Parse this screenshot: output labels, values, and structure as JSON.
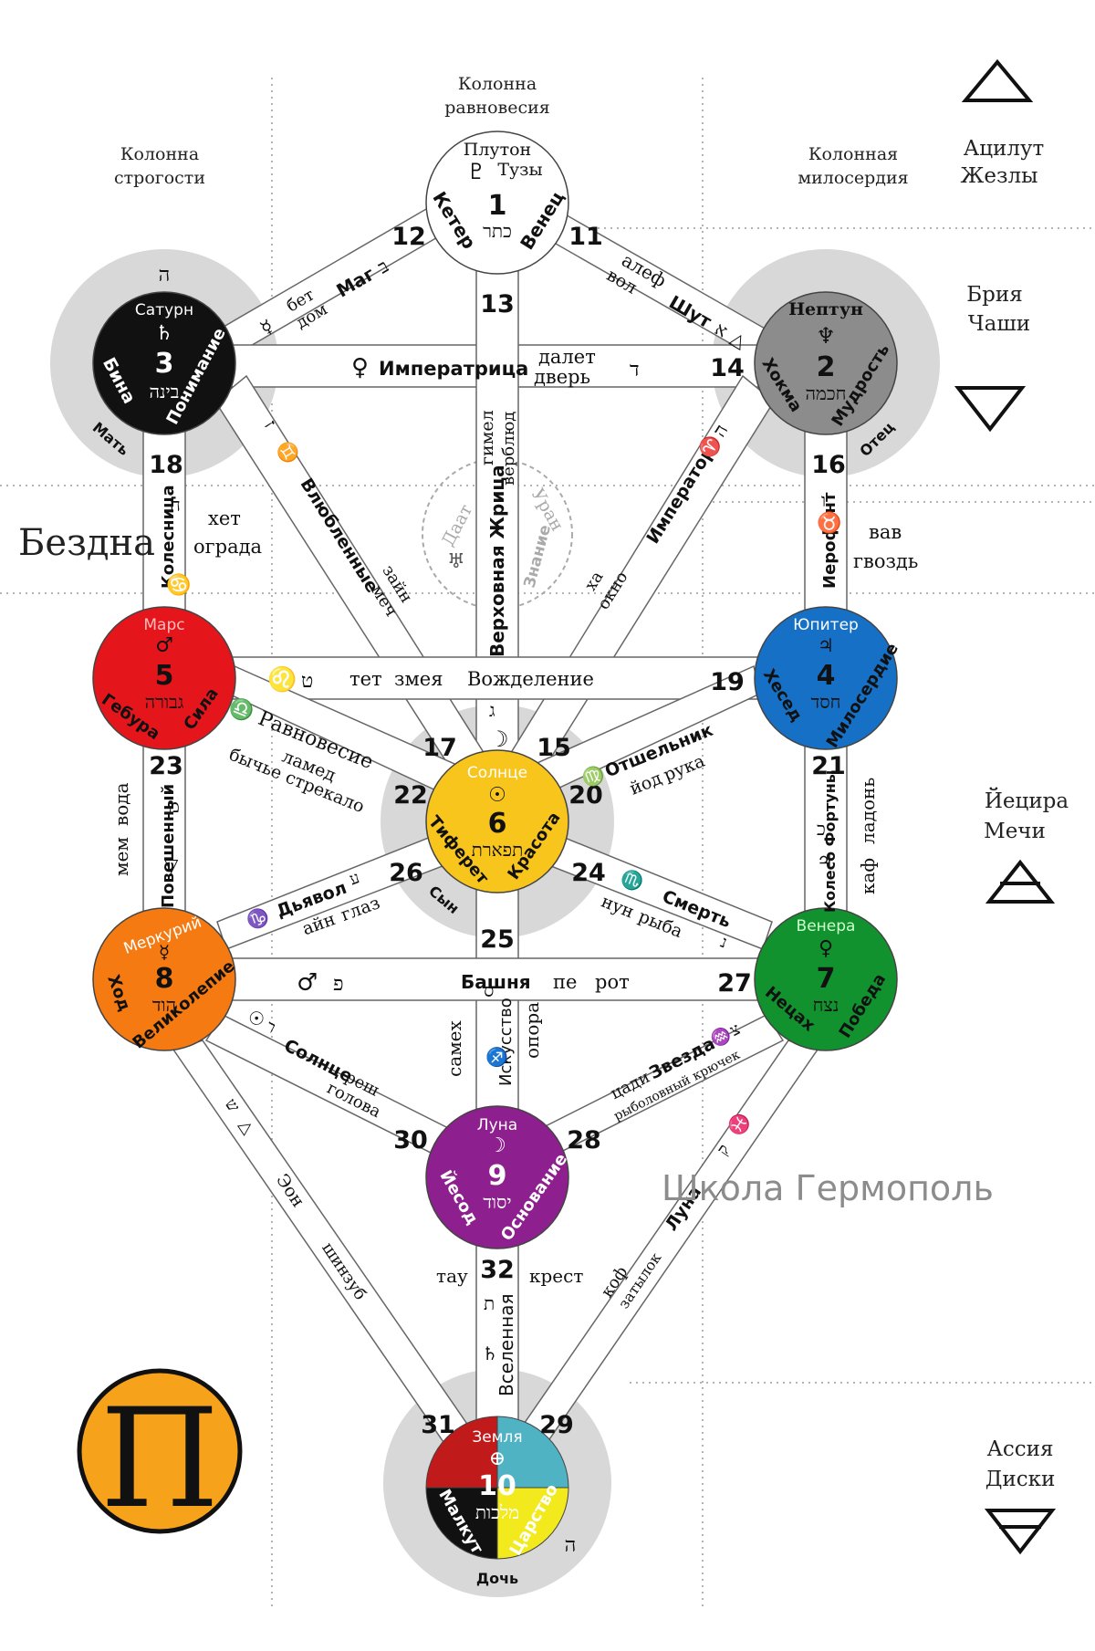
{
  "columns": {
    "balance": [
      "Колонна",
      "равновесия"
    ],
    "severity": [
      "Колонна",
      "строгости"
    ],
    "mercy": [
      "Колонная",
      "милосердия"
    ]
  },
  "worlds": {
    "atziluth": [
      "Ацилут",
      "Жезлы"
    ],
    "briah": [
      "Брия",
      "Чаши"
    ],
    "yetzirah": [
      "Йецира",
      "Мечи"
    ],
    "assiah": [
      "Ассия",
      "Диски"
    ]
  },
  "abyss": "Бездна",
  "watermark": "Школа Гермополь",
  "logo_letter": "П",
  "colors": {
    "keter": "#ffffff",
    "chokmah": "#8c8c8c",
    "binah": "#111111",
    "chesed": "#1670c6",
    "gevurah": "#e4161c",
    "tiferet": "#f7c51b",
    "netzach": "#12912f",
    "hod": "#f47a11",
    "yesod": "#8e1f8e",
    "malkuth_q1": "#c01a1a",
    "malkuth_q2": "#4fb3c4",
    "malkuth_q3": "#111111",
    "malkuth_q4": "#f2ea1c",
    "halo": "#d8d8d8",
    "logo": "#f7a21b"
  },
  "sephiroth": {
    "keter": {
      "planet": "Плутон",
      "extra": "Тузы",
      "number": "1",
      "hebrew": "כתר",
      "name": "Кетер",
      "meaning": "Венец",
      "symbol": "♇"
    },
    "chokmah": {
      "planet": "Нептун",
      "number": "2",
      "hebrew": "חכמה",
      "name": "Хокма",
      "meaning": "Мудрость",
      "symbol": "♆",
      "halo": "Отец"
    },
    "binah": {
      "planet": "Сатурн",
      "number": "3",
      "hebrew": "בינה",
      "name": "Бина",
      "meaning": "Понимание",
      "symbol": "♄",
      "halo": "Мать"
    },
    "chesed": {
      "planet": "Юпитер",
      "number": "4",
      "hebrew": "חסד",
      "name": "Хесед",
      "meaning": "Милосердие",
      "symbol": "♃"
    },
    "gevurah": {
      "planet": "Марс",
      "number": "5",
      "hebrew": "גבורה",
      "name": "Гебура",
      "meaning": "Сила",
      "symbol": "♂"
    },
    "tiferet": {
      "planet": "Солнце",
      "number": "6",
      "hebrew": "תפארת",
      "name": "Тиферет",
      "meaning": "Красота",
      "symbol": "☉",
      "halo": "Сын"
    },
    "netzach": {
      "planet": "Венера",
      "number": "7",
      "hebrew": "נצח",
      "name": "Нецах",
      "meaning": "Победа",
      "symbol": "♀"
    },
    "hod": {
      "planet": "Меркурий",
      "number": "8",
      "hebrew": "הוד",
      "name": "Ход",
      "meaning": "Великолепие",
      "symbol": "☿"
    },
    "yesod": {
      "planet": "Луна",
      "number": "9",
      "hebrew": "יסוד",
      "name": "Йесод",
      "meaning": "Основание",
      "symbol": "☽"
    },
    "malkuth": {
      "planet": "Земля",
      "number": "10",
      "hebrew": "מלכות",
      "name": "Малкут",
      "meaning": "Царство",
      "symbol": "⊕",
      "halo": "Дочь",
      "letter": "ה"
    }
  },
  "daat": {
    "name": "Даат",
    "planet": "Уран",
    "meaning": "Знание",
    "symbol": "♅"
  },
  "paths": {
    "p11": {
      "num": "11",
      "letter": "алеф",
      "word": "вол",
      "tarot": "Шут",
      "heb": "א",
      "sign": "△"
    },
    "p12": {
      "num": "12",
      "letter": "бет",
      "word": "дом",
      "tarot": "Маг",
      "heb": "ב",
      "sign": "☿"
    },
    "p13": {
      "num": "13",
      "letter": "гимел",
      "word": "верблюд",
      "tarot": "Верховная Жрица",
      "heb": "ג",
      "sign": "☽"
    },
    "p14": {
      "num": "14",
      "letter": "далет",
      "word": "дверь",
      "tarot": "Императрица",
      "heb": "ד",
      "sign": "♀"
    },
    "p15": {
      "num": "15",
      "letter": "ха",
      "word": "окно",
      "tarot": "Император",
      "heb": "ה",
      "sign": "♈"
    },
    "p16": {
      "num": "16",
      "letter": "вав",
      "word": "гвоздь",
      "tarot": "Иерофант",
      "heb": "ו",
      "sign": "♉"
    },
    "p17": {
      "num": "17",
      "letter": "зайн",
      "word": "меч",
      "tarot": "Влюбленные",
      "heb": "ז",
      "sign": "♊"
    },
    "p18": {
      "num": "18",
      "letter": "хет",
      "word": "ограда",
      "tarot": "Колесница",
      "heb": "ח",
      "sign": "♋"
    },
    "p19": {
      "num": "19",
      "letter": "тет",
      "word": "змея",
      "tarot": "Вожделение",
      "heb": "ט",
      "sign": "♌"
    },
    "p20": {
      "num": "20",
      "letter": "йод",
      "word": "рука",
      "tarot": "Отшельник",
      "heb": "י",
      "sign": "♍"
    },
    "p21": {
      "num": "21",
      "letter": "каф",
      "word": "ладонь",
      "tarot": "Колесо Фортуны",
      "heb": "כ",
      "sign": "♃"
    },
    "p22": {
      "num": "22",
      "letter": "ламед",
      "word": "бычье стрекало",
      "tarot": "Равновесие",
      "heb": "ל",
      "sign": "♎"
    },
    "p23": {
      "num": "23",
      "letter": "мем",
      "word": "вода",
      "tarot": "Повешенный",
      "heb": "מ",
      "sign": "▽"
    },
    "p24": {
      "num": "24",
      "letter": "нун",
      "word": "рыба",
      "tarot": "Смерть",
      "heb": "נ",
      "sign": "♏"
    },
    "p25": {
      "num": "25",
      "letter": "самех",
      "word": "опора",
      "tarot": "Искусство",
      "heb": "ס",
      "sign": "♐"
    },
    "p26": {
      "num": "26",
      "letter": "айн",
      "word": "глаз",
      "tarot": "Дьявол",
      "heb": "ע",
      "sign": "♑"
    },
    "p27": {
      "num": "27",
      "letter": "пе",
      "word": "рот",
      "tarot": "Башня",
      "heb": "פ",
      "sign": "♂"
    },
    "p28": {
      "num": "28",
      "letter": "цади",
      "word": "рыболовный крючек",
      "tarot": "Звезда",
      "heb": "צ",
      "sign": "♒"
    },
    "p29": {
      "num": "29",
      "letter": "коф",
      "word": "затылок",
      "tarot": "Луна",
      "heb": "ק",
      "sign": "♓"
    },
    "p30": {
      "num": "30",
      "letter": "реш",
      "word": "голова",
      "tarot": "Солнце",
      "heb": "ר",
      "sign": "☉"
    },
    "p31": {
      "num": "31",
      "letter": "шин",
      "word": "зуб",
      "tarot": "Эон",
      "heb": "ש",
      "sign": "△"
    },
    "p32": {
      "num": "32",
      "letter": "тау",
      "word": "крест",
      "tarot": "Вселенная",
      "heb": "ת",
      "sign": "♄"
    }
  }
}
